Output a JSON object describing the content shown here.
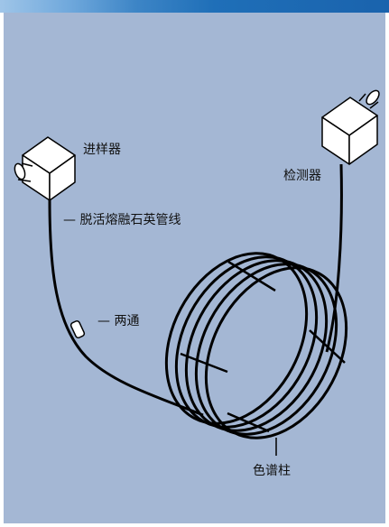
{
  "labels": {
    "injector": "进样器",
    "detector": "检测器",
    "tubing": "— 脱活熔融石英管线",
    "connector": "— 两通",
    "column": "色谱柱"
  },
  "colors": {
    "background": "#a4b7d4",
    "header_strip": "#1f6fb8",
    "line": "#000000",
    "box_fill": "#ffffff"
  }
}
